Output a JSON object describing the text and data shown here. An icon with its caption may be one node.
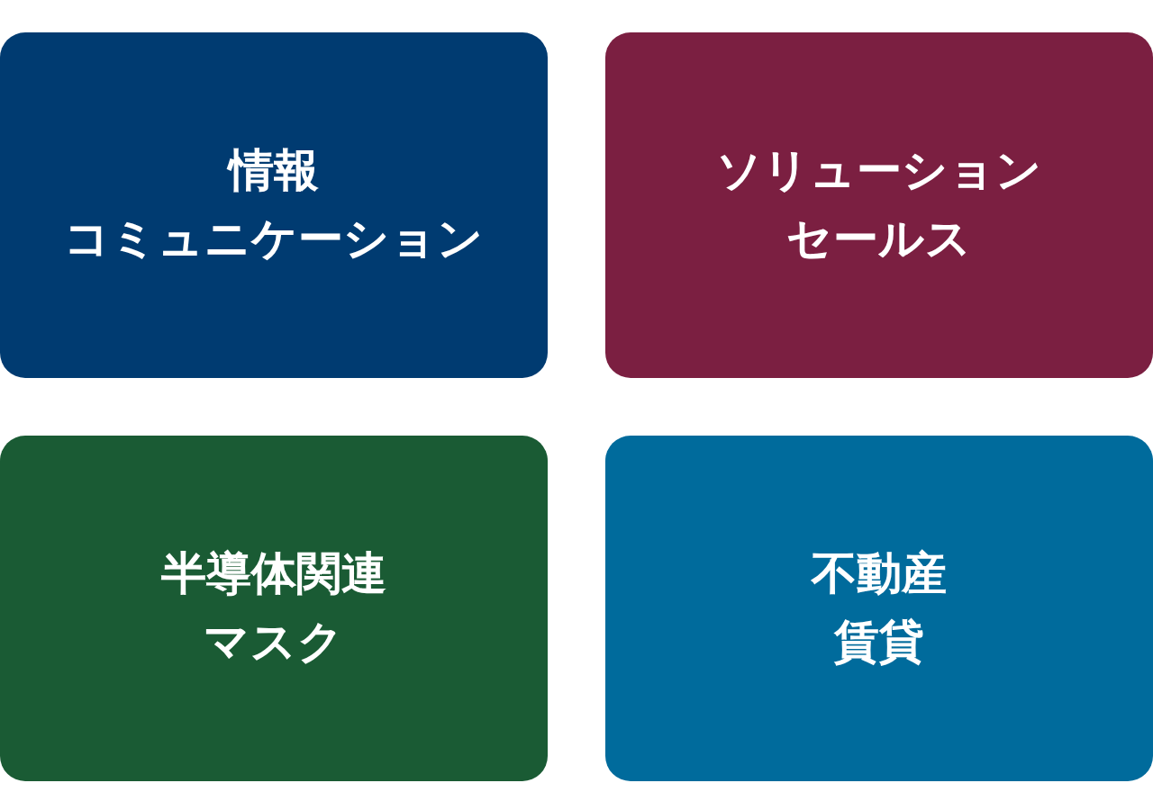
{
  "diagram": {
    "nodes": [
      {
        "text": [
          "情報",
          "コミュニケーション"
        ]
      },
      {
        "text": [
          "ソリューション",
          "セールス"
        ]
      },
      {
        "text": [
          "半導体関連",
          "マスク"
        ]
      },
      {
        "text": [
          "不動産",
          "賃貸"
        ]
      }
    ]
  }
}
